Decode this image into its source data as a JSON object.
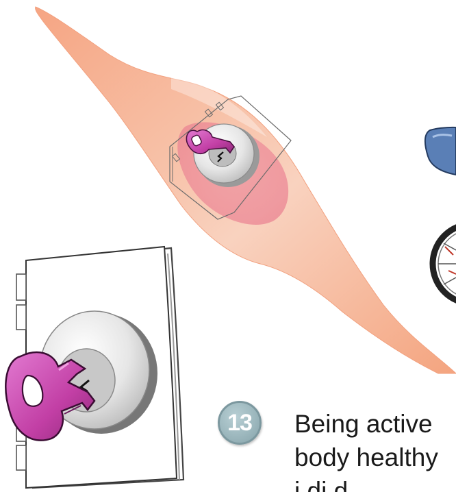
{
  "step": {
    "number": "13"
  },
  "caption": {
    "line1": "Being active",
    "line2": "body healthy",
    "line3": "i    di     d"
  },
  "colors": {
    "cell": "#f4a98a",
    "key": "#c0399b",
    "badge": "#9db8be"
  },
  "icons": {
    "cell": "muscle-cell-illustration",
    "lock_small": "door-lock-icon",
    "lock_large": "door-lock-icon",
    "key": "key-icon",
    "bicycle": "bicycle-icon"
  }
}
